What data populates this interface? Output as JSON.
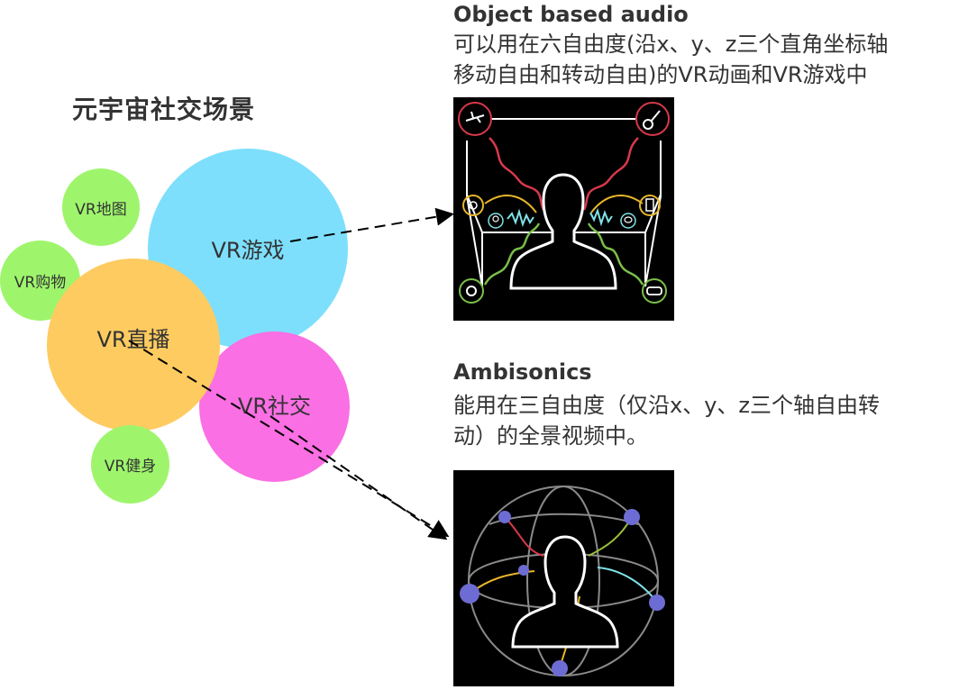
{
  "diagram": {
    "title": "元宇宙社交场景",
    "scenes": {
      "game": "VR游戏",
      "live": "VR直播",
      "social": "VR社交",
      "map": "VR地图",
      "shopping": "VR购物",
      "fitness": "VR健身"
    },
    "object_audio": {
      "title": "Object based audio",
      "desc_line1": "可以用在六自由度(沿x、y、z三个直角坐标轴",
      "desc_line2": "移动自由和转动自由)的VR动画和VR游戏中"
    },
    "ambisonics": {
      "title": "Ambisonics",
      "desc_line1": "能用在三自由度（仅沿x、y、z三个轴自由转",
      "desc_line2": "动）的全景视频中。"
    },
    "colors": {
      "game": "#7ddffc",
      "live": "#fecb60",
      "social": "#fa6fe3",
      "small": "#9ef56c",
      "wave_red": "#d8394b",
      "wave_green": "#7bbf4a",
      "wave_cyan": "#7fe3e8",
      "sphere_node": "#6d6cd4"
    },
    "icons": [
      "airplane-icon",
      "guitar-icon",
      "fan-icon",
      "phone-icon",
      "face-icon",
      "chat-icon",
      "record-icon",
      "gamepad-icon"
    ]
  }
}
